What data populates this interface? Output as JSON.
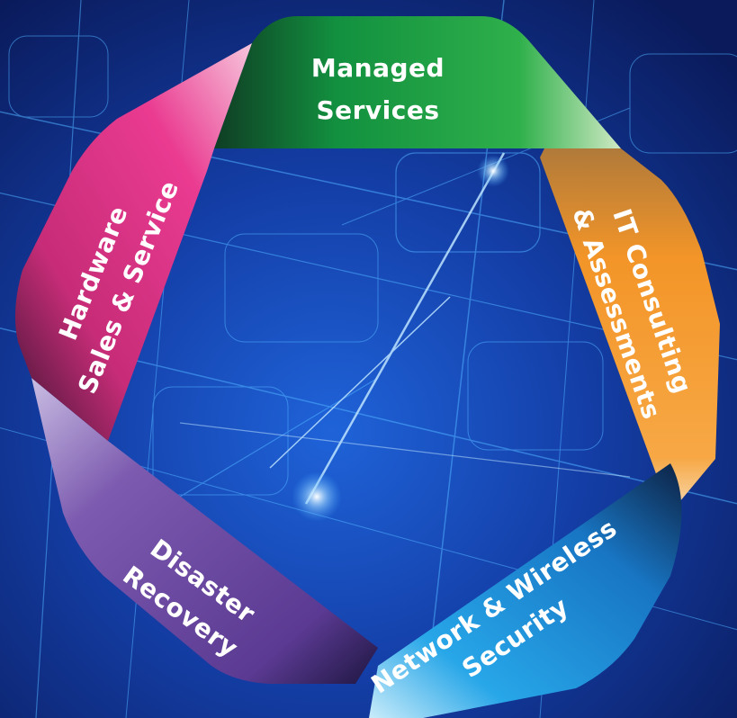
{
  "segments": [
    {
      "id": "managed",
      "line1": "Managed",
      "line2": "Services",
      "color": "#1aa04a"
    },
    {
      "id": "consulting",
      "line1": "IT Consulting",
      "line2": "& Assessments",
      "color": "#f2962a"
    },
    {
      "id": "network",
      "line1": "Network & Wireless",
      "line2": "Security",
      "color": "#1c8fd6"
    },
    {
      "id": "recovery",
      "line1": "Disaster",
      "line2": "Recovery",
      "color": "#6f4aa6"
    },
    {
      "id": "hardware",
      "line1": "Hardware",
      "line2": "Sales & Service",
      "color": "#e8358f"
    }
  ],
  "background": {
    "base": "#0d1f63",
    "glow": "#1e6fe0",
    "line_color": "#3fa6ff"
  }
}
